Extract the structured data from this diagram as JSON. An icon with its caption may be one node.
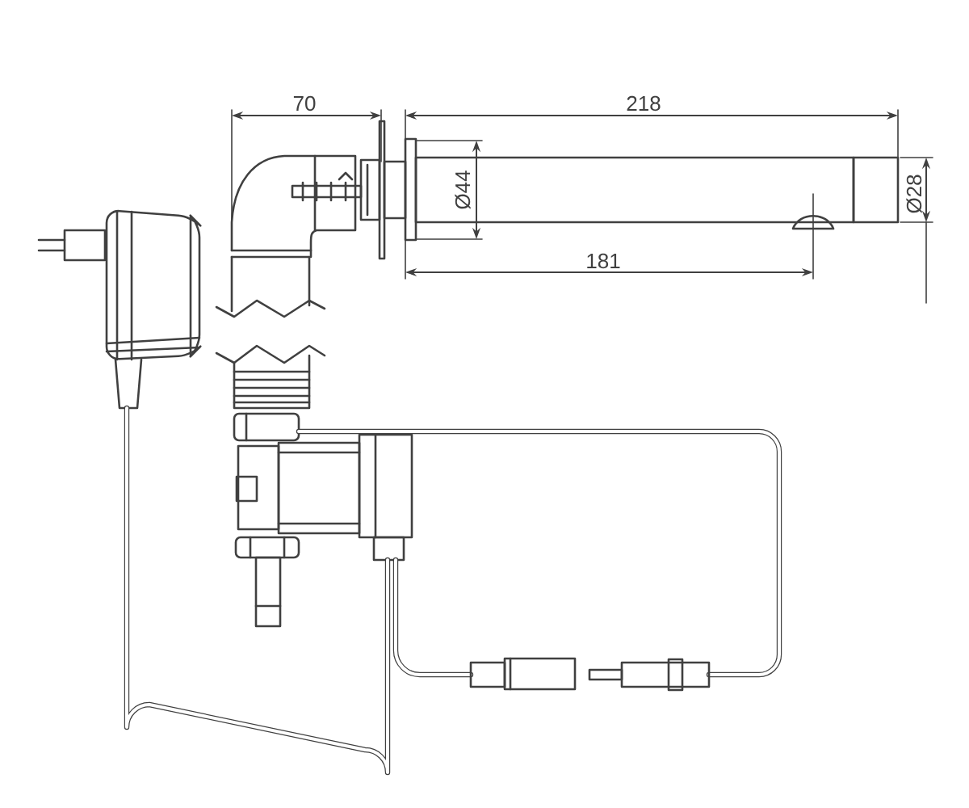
{
  "diagram": {
    "labels": [
      "70",
      "218",
      "Ø44",
      "Ø28",
      "181"
    ]
  }
}
